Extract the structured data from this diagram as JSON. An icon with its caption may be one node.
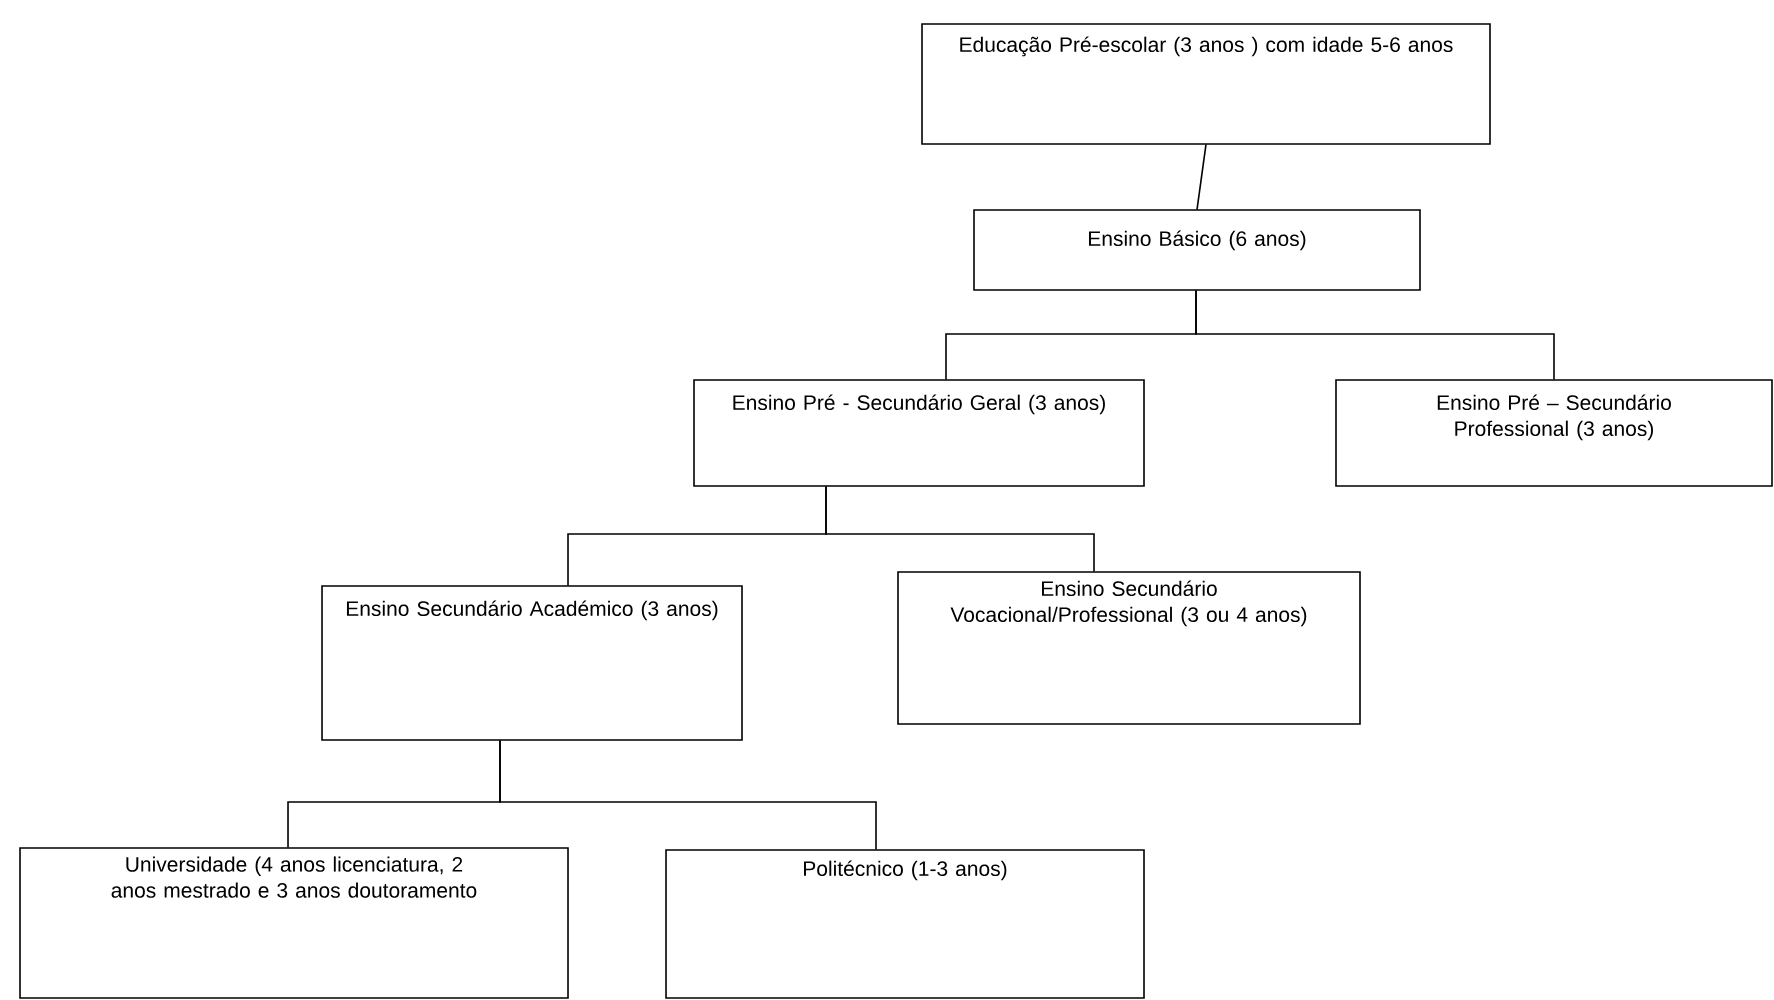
{
  "diagram": {
    "nodes": [
      {
        "text": [
          "Educação Pré-escolar (3 anos ) com idade 5-6 anos"
        ]
      },
      {
        "text": [
          "Ensino Básico (6 anos)"
        ]
      },
      {
        "text": [
          "Ensino Pré - Secundário Geral (3 anos)"
        ]
      },
      {
        "text": [
          "Ensino Pré – Secundário Professional (3 anos)"
        ]
      },
      {
        "text": [
          "Ensino Secundário Académico (3 anos)"
        ]
      },
      {
        "text": [
          "Ensino Secundário Vocacional/Professional (3 ou 4 anos)"
        ]
      },
      {
        "text": [
          "Universidade (4 anos licenciatura, 2 anos mestrado e 3 anos doutoramento"
        ]
      },
      {
        "text": [
          "Politécnico (1-3 anos)"
        ]
      }
    ],
    "edges": [
      {
        "from": 0,
        "to": 1,
        "arrow": "none"
      },
      {
        "from": 1,
        "to": 2,
        "arrow": "none"
      },
      {
        "from": 1,
        "to": 3,
        "arrow": "none"
      },
      {
        "from": 2,
        "to": 4,
        "arrow": "none"
      },
      {
        "from": 2,
        "to": 5,
        "arrow": "none"
      },
      {
        "from": 4,
        "to": 6,
        "arrow": "none"
      },
      {
        "from": 4,
        "to": 7,
        "arrow": "none"
      }
    ]
  }
}
